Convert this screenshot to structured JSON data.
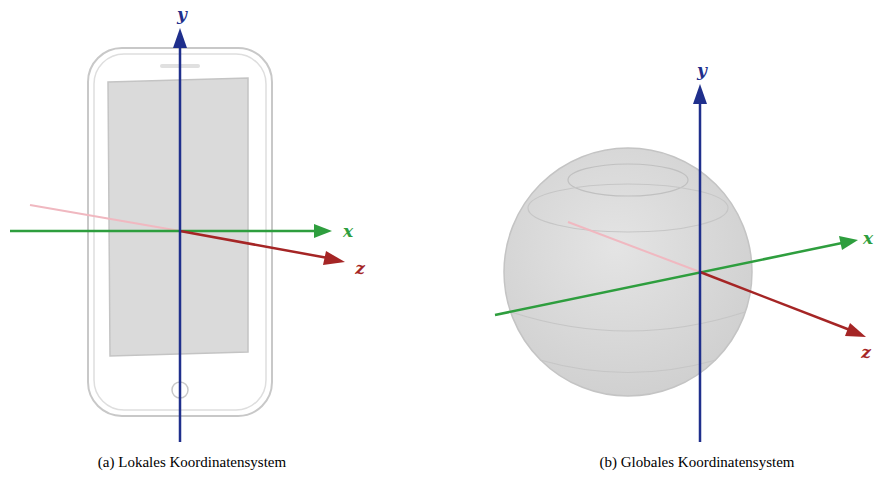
{
  "diagram": {
    "labels": [
      "y",
      "x",
      "z",
      "y",
      "x",
      "z",
      "(a) Lokales Koordinatensystem",
      "(b) Globales Koordinatensystem"
    ]
  }
}
